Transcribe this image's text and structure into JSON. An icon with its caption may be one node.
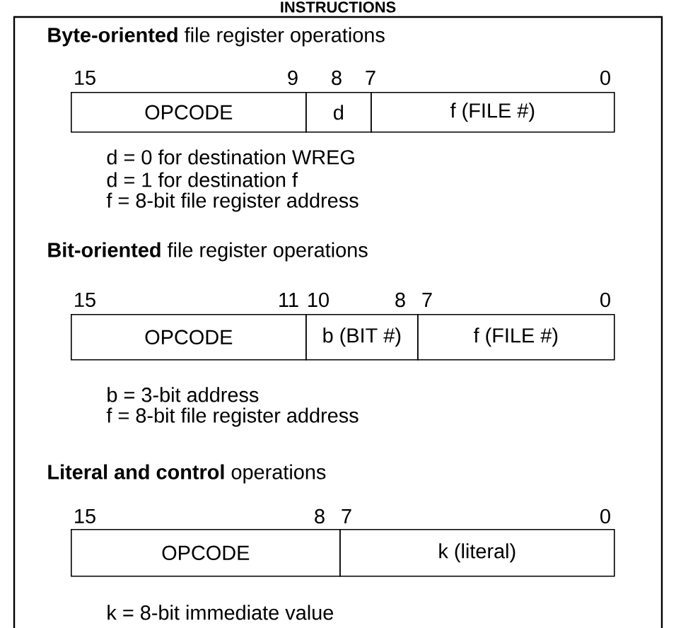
{
  "diagram": {
    "title": "INSTRUCTIONS",
    "nodes": [
      {
        "text": [
          "OPCODE"
        ]
      },
      {
        "text": [
          "d"
        ]
      },
      {
        "text": [
          "f (FILE #)"
        ]
      },
      {
        "text": [
          "OPCODE"
        ]
      },
      {
        "text": [
          "b (BIT #)"
        ]
      },
      {
        "text": [
          "f (FILE #)"
        ]
      },
      {
        "text": [
          "OPCODE"
        ]
      },
      {
        "text": [
          "k (literal)"
        ]
      }
    ],
    "labels": [
      "**Byte-oriented** file register operations",
      "15",
      "9",
      "8",
      "7",
      "0",
      "d = 0 for destination WREG",
      "d = 1 for destination f",
      "f  = 8-bit file register address",
      "**Bit-oriented** file register operations",
      "15",
      "11",
      "10",
      "8",
      "7",
      "0",
      "b = 3-bit address",
      "f  = 8-bit file register address",
      "**Literal and control** operations",
      "15",
      "8",
      "7",
      "0",
      "k  = 8-bit immediate value"
    ]
  }
}
